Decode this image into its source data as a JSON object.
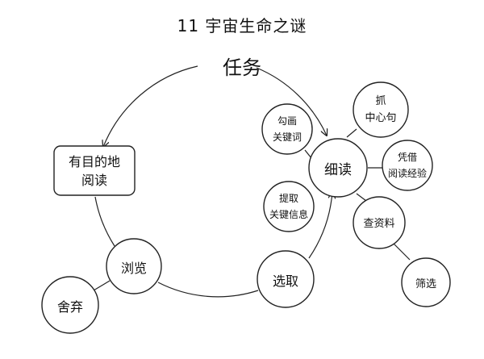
{
  "title": "11 宇宙生命之谜",
  "task": "任务",
  "purpose_box": [
    "有目的地",
    "阅读"
  ],
  "nodes": {
    "browse": "浏览",
    "discard": "舍弃",
    "select": "选取",
    "close_read": "细读",
    "grab_center": [
      "抓",
      "中心句"
    ],
    "circle_keywords": [
      "勾画",
      "关键词"
    ],
    "extract_keyinfo": [
      "提取",
      "关键信息"
    ],
    "experience": [
      "凭借",
      "阅读经验"
    ],
    "lookup": "查资料",
    "filter": "筛选"
  }
}
